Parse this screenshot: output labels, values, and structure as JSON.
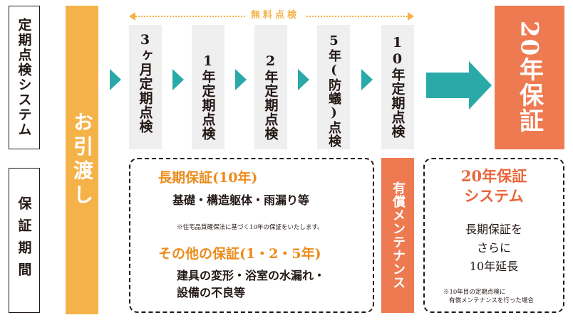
{
  "labels": {
    "system": "定期点検システム",
    "warranty_period": "保証期間"
  },
  "handover": "お引渡し",
  "free_inspection": "無料点検",
  "steps": [
    "3ヶ月定期点検",
    "1年定期点検",
    "2年定期点検",
    "5年(防蟻)点検",
    "10年定期点検"
  ],
  "warranty_20": "20年保証",
  "long_term": {
    "title": "長期保証(10年)",
    "items": "基礎・構造躯体・雨漏り等",
    "note": "※住宅品質確保法に基づく10年の保証をいたします。",
    "other_title": "その他の保証(1・2・5年)",
    "other_line1": "建具の変形・浴室の水漏れ・",
    "other_line2": "設備の不良等"
  },
  "paid_maintenance": "有償メンテナンス",
  "system20": {
    "title1": "20年保証",
    "title2": "システム",
    "line1": "長期保証を",
    "line2": "さらに",
    "line3": "10年延長",
    "note1": "※10年目の定期点検に",
    "note2": "有償メンテナンスを行った場合"
  },
  "colors": {
    "orange": "#f5b248",
    "coral": "#ee7a52",
    "teal": "#2aa9a9",
    "gray": "#efefef",
    "text_orange": "#ec8c1c",
    "text_coral": "#e8663a"
  }
}
